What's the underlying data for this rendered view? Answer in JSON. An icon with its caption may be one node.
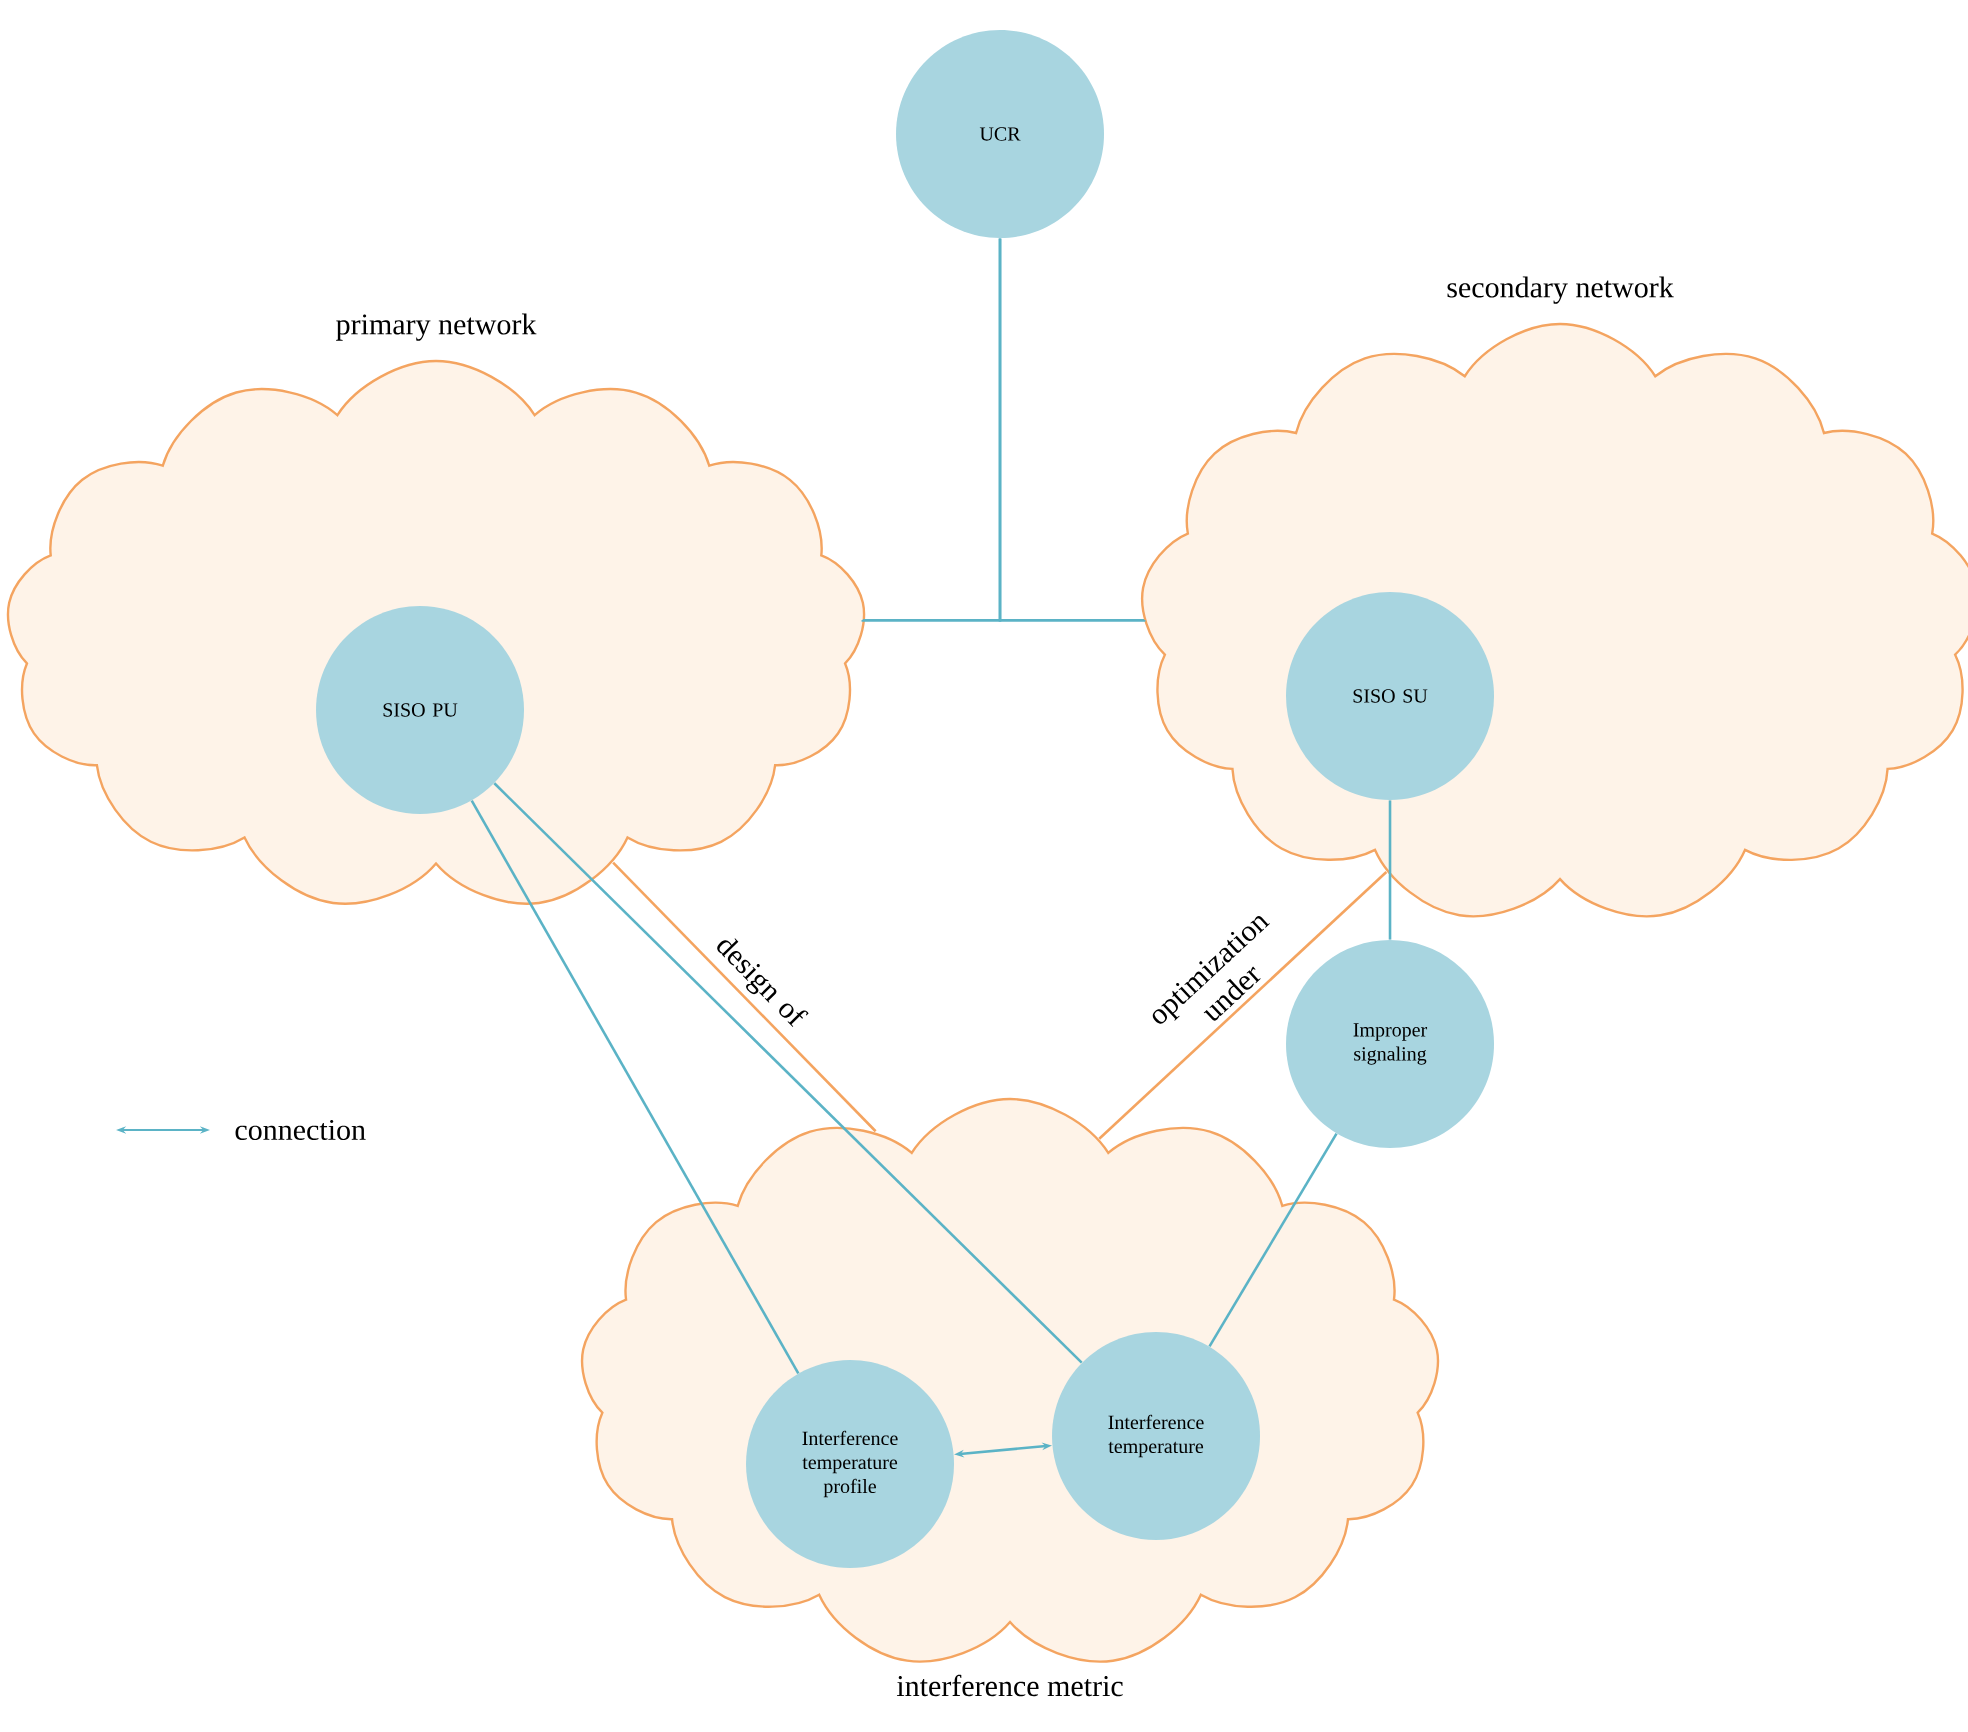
{
  "diagram": {
    "nodes": [
      {
        "text": [
          "UCR"
        ]
      },
      {
        "text": [
          "primary network"
        ]
      },
      {
        "text": [
          "SISO PU"
        ],
        "in": 1
      },
      {
        "text": [
          "secondary network"
        ]
      },
      {
        "text": [
          "SISO SU"
        ],
        "in": 3
      },
      {
        "text": [
          "Improper signaling"
        ]
      },
      {
        "text": [
          "interference metric"
        ]
      },
      {
        "text": [
          "Interference temperature profile"
        ],
        "in": 6
      },
      {
        "text": [
          "Interference temperature"
        ],
        "in": 6
      }
    ],
    "edges": [
      {
        "from": 0,
        "to": 1,
        "arrow": "none"
      },
      {
        "from": 0,
        "to": 3,
        "arrow": "none"
      },
      {
        "from": 1,
        "to": 6,
        "arrow": "none",
        "label": "design of",
        "color": "#f4a460"
      },
      {
        "from": 3,
        "to": 6,
        "arrow": "none",
        "label": "optimization under",
        "color": "#f4a460"
      },
      {
        "from": 2,
        "to": 7,
        "arrow": "none"
      },
      {
        "from": 2,
        "to": 8,
        "arrow": "none"
      },
      {
        "from": 4,
        "to": 5,
        "arrow": "none"
      },
      {
        "from": 5,
        "to": 8,
        "arrow": "none"
      },
      {
        "from": 7,
        "to": 8,
        "arrow": "both"
      }
    ],
    "legend": [
      {
        "text": "connection"
      }
    ]
  }
}
